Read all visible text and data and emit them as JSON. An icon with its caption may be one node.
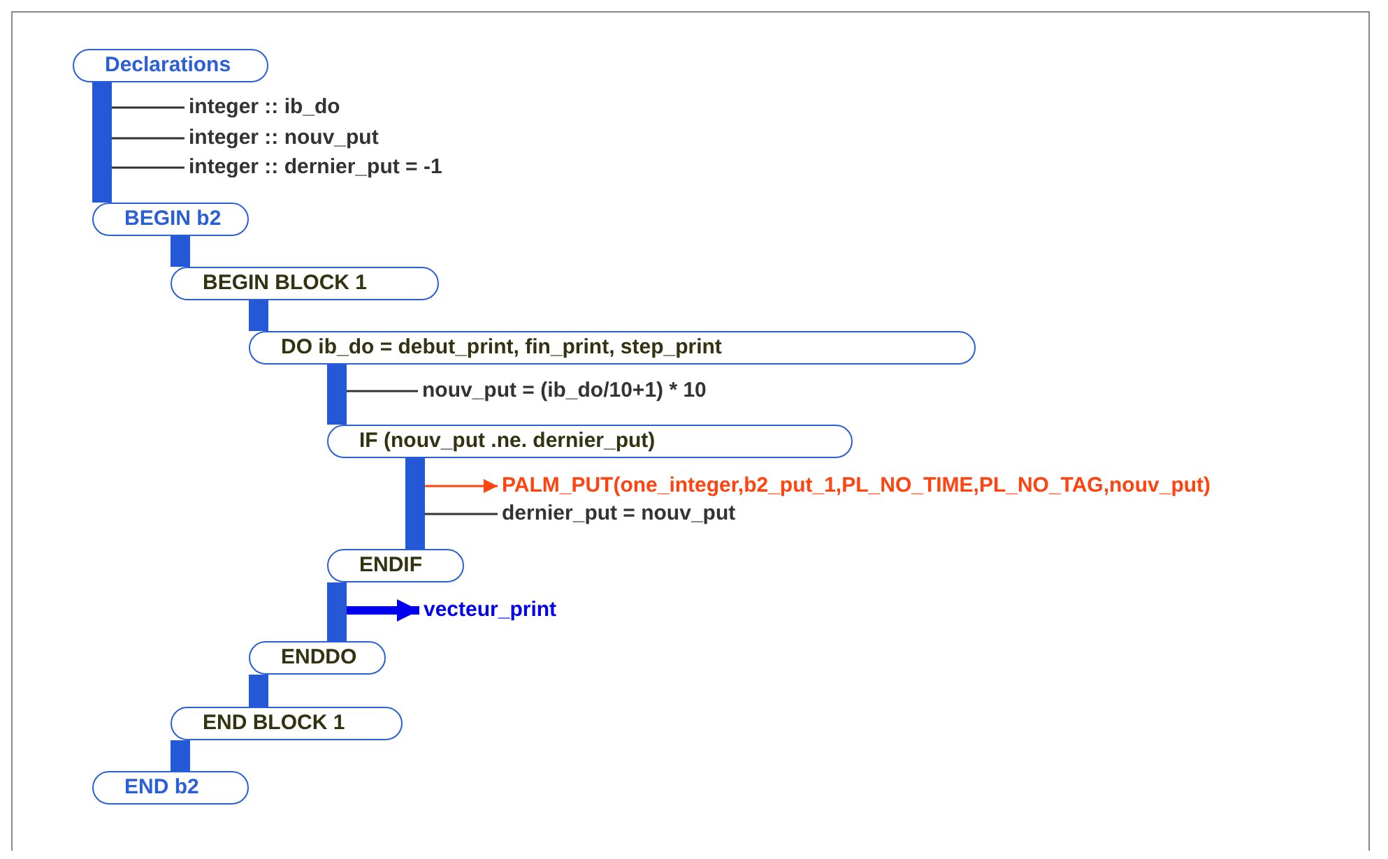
{
  "diagram": {
    "nodes": [
      {
        "text": [
          "Declarations"
        ]
      },
      {
        "text": [
          "integer :: ib_do"
        ]
      },
      {
        "text": [
          "integer :: nouv_put"
        ]
      },
      {
        "text": [
          "integer :: dernier_put = -1"
        ]
      },
      {
        "text": [
          "BEGIN b2"
        ]
      },
      {
        "text": [
          "BEGIN BLOCK 1"
        ]
      },
      {
        "text": [
          "DO ib_do = debut_print, fin_print, step_print"
        ]
      },
      {
        "text": [
          "nouv_put = (ib_do/10+1) * 10"
        ]
      },
      {
        "text": [
          "IF (nouv_put .ne. dernier_put)"
        ]
      },
      {
        "text": [
          "PALM_PUT(one_integer,b2_put_1,PL_NO_TIME,PL_NO_TAG,nouv_put)"
        ]
      },
      {
        "text": [
          "dernier_put = nouv_put"
        ]
      },
      {
        "text": [
          "ENDIF"
        ]
      },
      {
        "text": [
          "vecteur_print"
        ]
      },
      {
        "text": [
          "ENDDO"
        ]
      },
      {
        "text": [
          "END BLOCK 1"
        ]
      },
      {
        "text": [
          "END b2"
        ]
      }
    ],
    "edges": [
      {
        "from": 0,
        "to": 1,
        "arrow": "none",
        "color": "#333333"
      },
      {
        "from": 0,
        "to": 2,
        "arrow": "none",
        "color": "#333333"
      },
      {
        "from": 0,
        "to": 3,
        "arrow": "none",
        "color": "#333333"
      },
      {
        "from": 0,
        "to": 4,
        "arrow": "none"
      },
      {
        "from": 4,
        "to": 5,
        "arrow": "none"
      },
      {
        "from": 5,
        "to": 6,
        "arrow": "none"
      },
      {
        "from": 6,
        "to": 7,
        "arrow": "none",
        "color": "#333333"
      },
      {
        "from": 6,
        "to": 8,
        "arrow": "none"
      },
      {
        "from": 8,
        "to": 9,
        "arrow": "to",
        "color": "#ff4411"
      },
      {
        "from": 8,
        "to": 10,
        "arrow": "none",
        "color": "#333333"
      },
      {
        "from": 8,
        "to": 11,
        "arrow": "none"
      },
      {
        "from": 11,
        "to": 12,
        "arrow": "to",
        "color": "#0000ee"
      },
      {
        "from": 11,
        "to": 13,
        "arrow": "none"
      },
      {
        "from": 13,
        "to": 14,
        "arrow": "none"
      },
      {
        "from": 14,
        "to": 15,
        "arrow": "none"
      }
    ]
  }
}
